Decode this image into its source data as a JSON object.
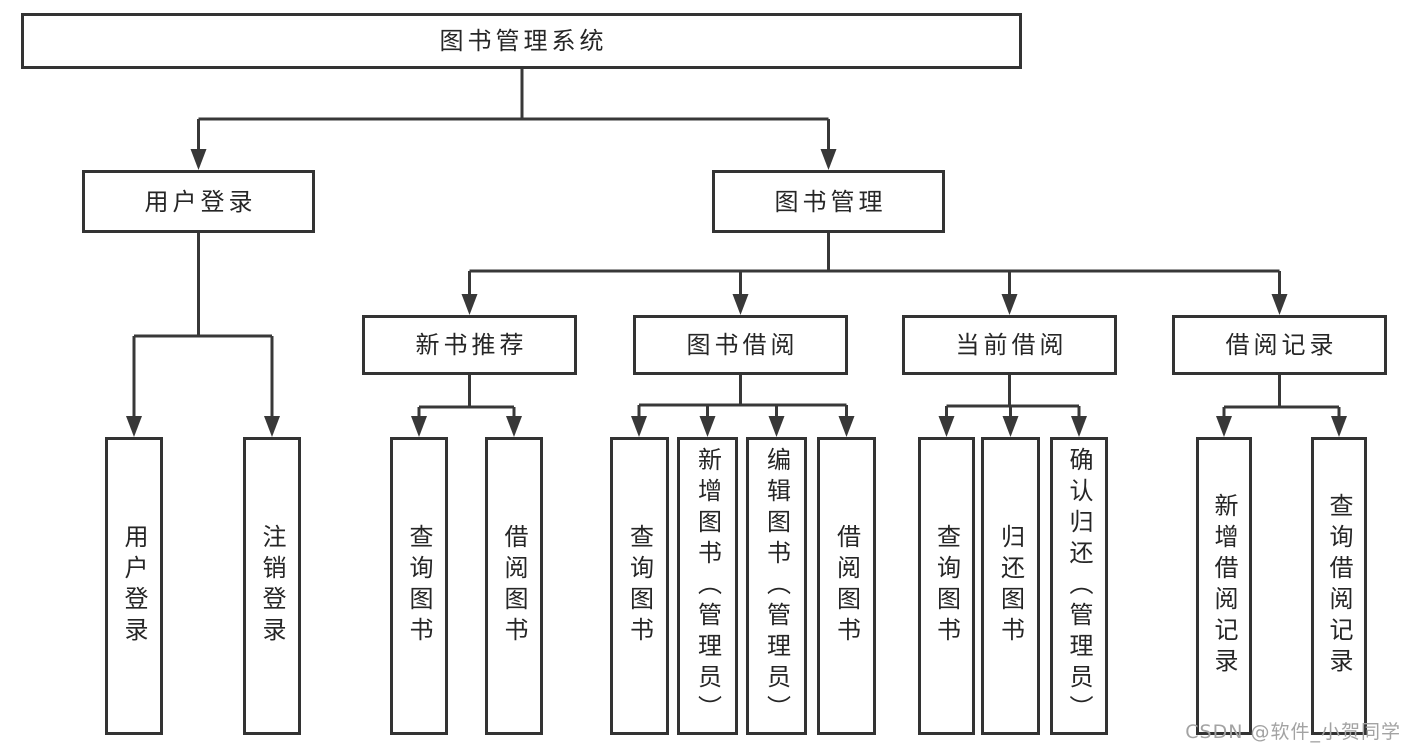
{
  "root": {
    "label": "图书管理系统"
  },
  "user_login": {
    "label": "用户登录",
    "children": [
      {
        "label": "用户登录"
      },
      {
        "label": "注销登录"
      }
    ]
  },
  "book_mgmt": {
    "label": "图书管理",
    "sections": [
      {
        "label": "新书推荐",
        "children": [
          {
            "label": "查询图书"
          },
          {
            "label": "借阅图书"
          }
        ]
      },
      {
        "label": "图书借阅",
        "children": [
          {
            "label": "查询图书"
          },
          {
            "label": "新增图书（管理员）"
          },
          {
            "label": "编辑图书（管理员）"
          },
          {
            "label": "借阅图书"
          }
        ]
      },
      {
        "label": "当前借阅",
        "children": [
          {
            "label": "查询图书"
          },
          {
            "label": "归还图书"
          },
          {
            "label": "确认归还（管理员）"
          }
        ]
      },
      {
        "label": "借阅记录",
        "children": [
          {
            "label": "新增借阅记录"
          },
          {
            "label": "查询借阅记录"
          }
        ]
      }
    ]
  },
  "watermark": "CSDN @软件_小贺同学",
  "colors": {
    "line": "#383838",
    "border": "#333333",
    "text": "#262626",
    "watermark_gray": "#a3a3a3",
    "background": "#ffffff"
  }
}
